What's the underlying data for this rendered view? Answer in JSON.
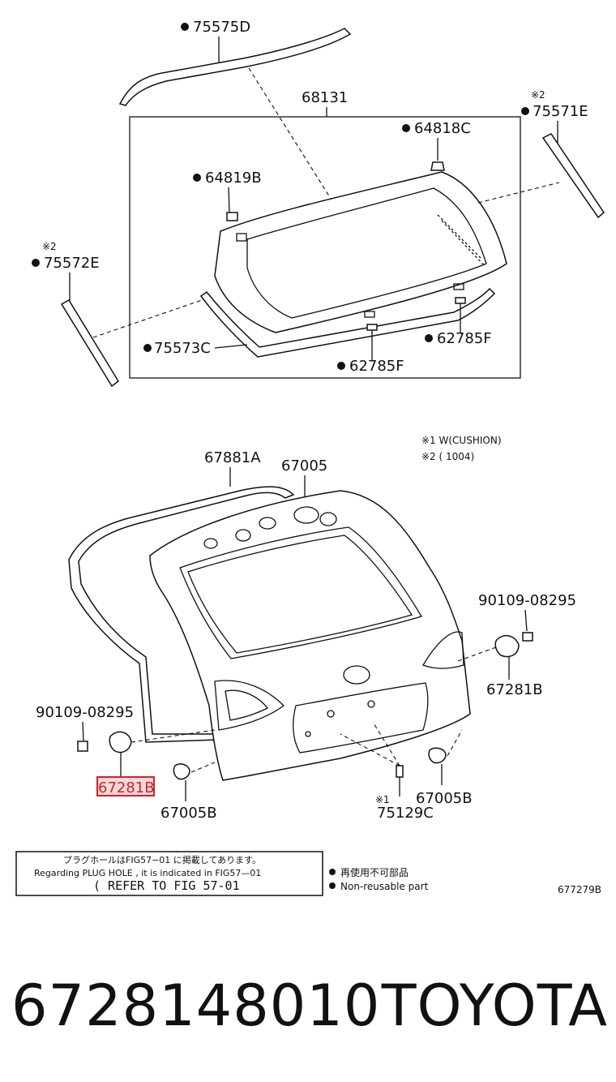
{
  "parts": {
    "p75575D": "75575D",
    "p68131": "68131",
    "p64818C": "64818C",
    "p75571E": "75571E",
    "p64819B": "64819B",
    "p75572E": "75572E",
    "p75573C": "75573C",
    "p62785F_a": "62785F",
    "p62785F_b": "62785F",
    "p67881A": "67881A",
    "p67005": "67005",
    "p90109_right": "90109-08295",
    "p67281B_right": "67281B",
    "p90109_left": "90109-08295",
    "p67281B_left": "67281B",
    "p67005B_left": "67005B",
    "p67005B_right": "67005B",
    "p75129C": "75129C"
  },
  "marks": {
    "x2_a": "※2",
    "x2_b": "※2",
    "x1": "※1"
  },
  "legend": {
    "note1": "※1 W(CUSHION)",
    "note2": "※2 (          1004)"
  },
  "notice": {
    "line_jp": "プラグホールはFIG57−01 に掲載してあります。",
    "line_en": "Regarding  PLUG  HOLE  , it  is  indicated  in  FIG57—01",
    "line_ref": "( REFER TO FIG 57-01"
  },
  "key": {
    "jp": "再使用不可部品",
    "en": "Non-reusable part"
  },
  "figure_code": "677279B",
  "footer": {
    "part_number": "6728148010",
    "brand": "TOYOTA"
  },
  "colors": {
    "highlight": "#d0212a"
  }
}
